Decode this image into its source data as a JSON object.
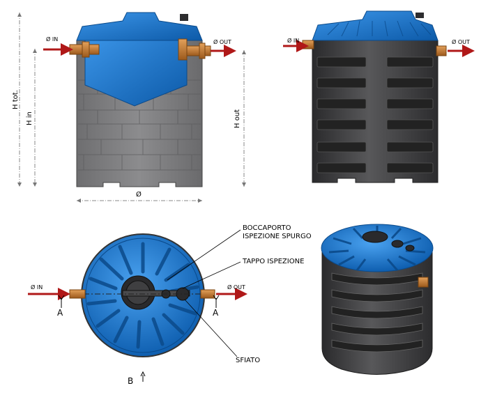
{
  "labels": {
    "inlet": "Ø IN",
    "outlet": "Ø OUT",
    "height_total": "H tot.",
    "height_in": "H in",
    "height_out": "H out",
    "diameter": "Ø",
    "manhole": "BOCCAPORTO\nISPEZIONE SPURGO",
    "manhole_line1": "BOCCAPORTO",
    "manhole_line2": "ISPEZIONE SPURGO",
    "inspection_cap": "TAPPO ISPEZIONE",
    "vent": "SFIATO",
    "section_a_left": "A",
    "section_a_right": "A",
    "section_b": "B"
  },
  "colors": {
    "tank_body": "#3a3a3c",
    "tank_lid": "#1e78d2",
    "pipe": "#c87a2c",
    "arrow": "#b01818"
  }
}
